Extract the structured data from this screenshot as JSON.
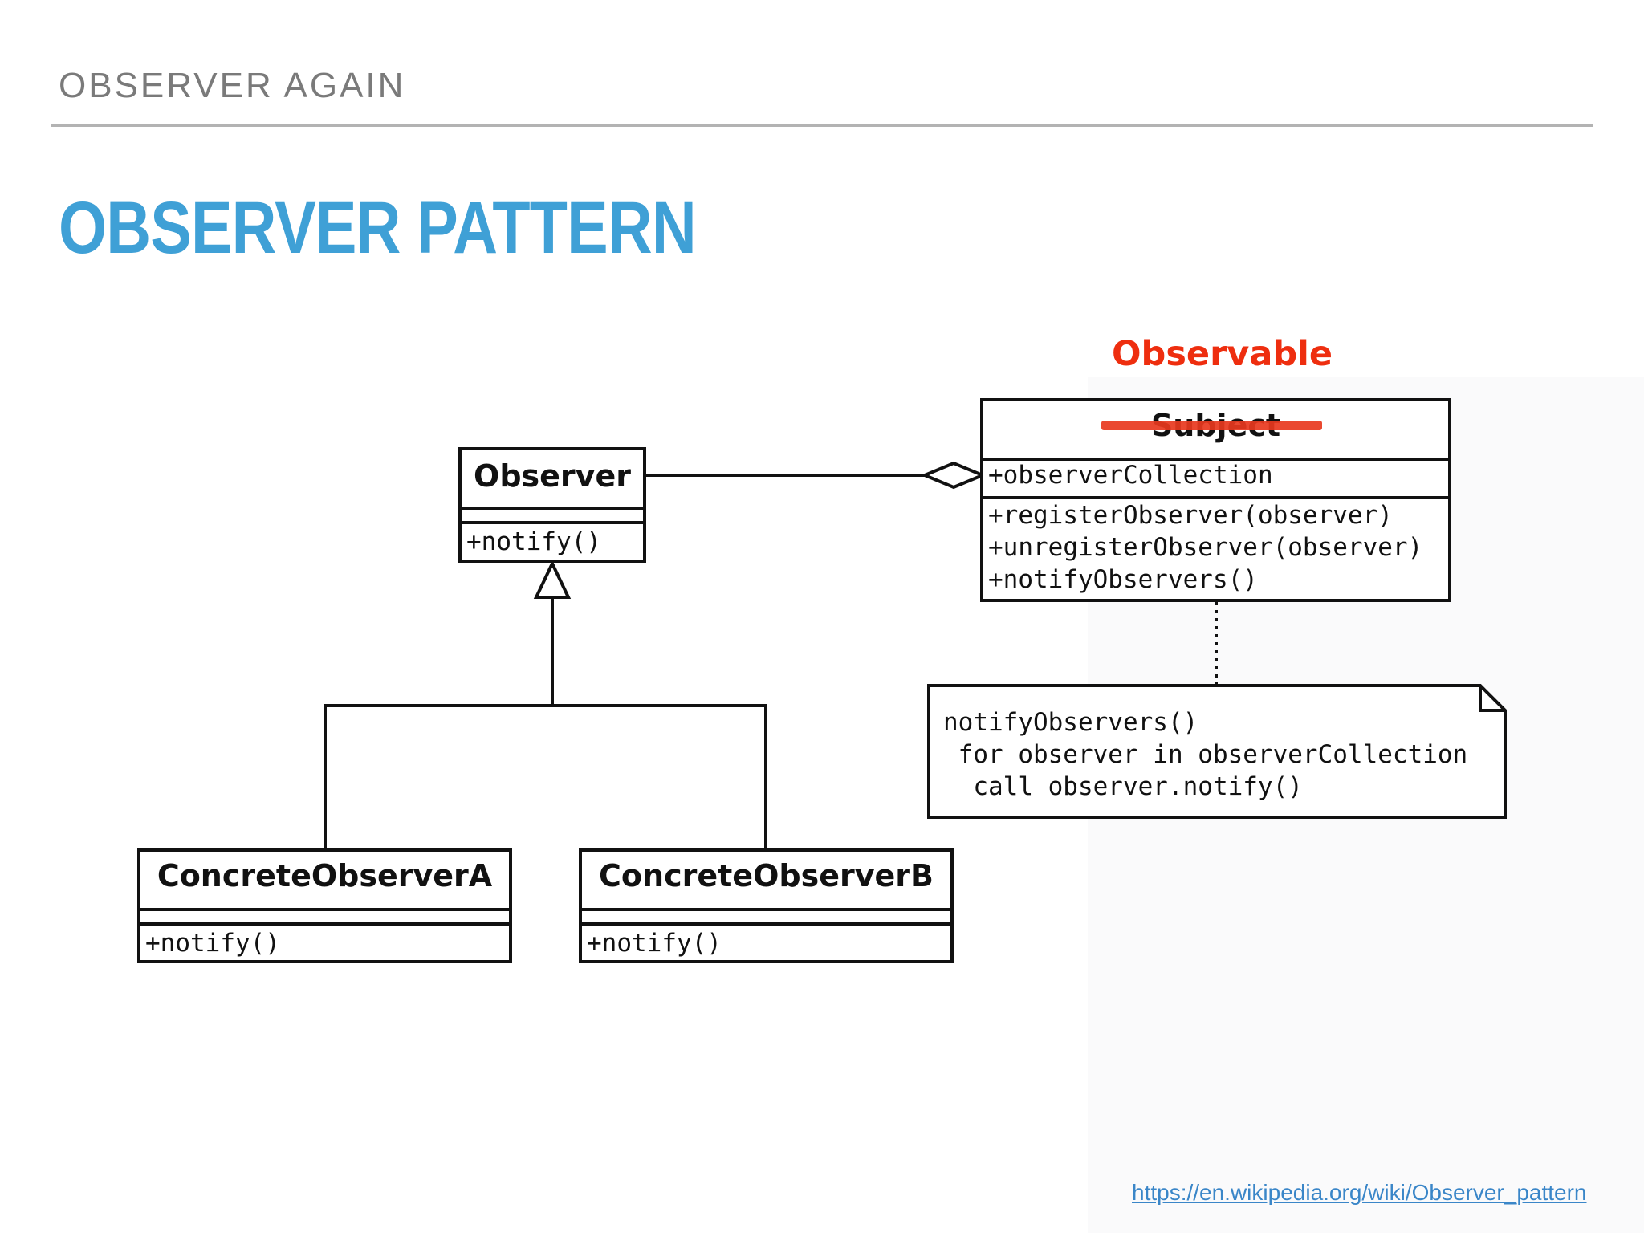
{
  "header": {
    "section_label": "OBSERVER AGAIN",
    "title": "OBSERVER PATTERN"
  },
  "diagram": {
    "annotation_label": "Observable",
    "classes": {
      "observer": {
        "name": "Observer",
        "attributes": [],
        "methods": [
          "+notify()"
        ]
      },
      "subject": {
        "name": "Subject",
        "struck_out": true,
        "attributes": [
          "+observerCollection"
        ],
        "methods": [
          "+registerObserver(observer)",
          "+unregisterObserver(observer)",
          "+notifyObservers()"
        ]
      },
      "concrete_a": {
        "name": "ConcreteObserverA",
        "attributes": [],
        "methods": [
          "+notify()"
        ]
      },
      "concrete_b": {
        "name": "ConcreteObserverB",
        "attributes": [],
        "methods": [
          "+notify()"
        ]
      }
    },
    "note": {
      "lines": [
        "notifyObservers()",
        " for observer in observerCollection",
        "  call observer.notify()"
      ]
    },
    "relations": [
      {
        "type": "aggregation",
        "from": "Subject",
        "to": "Observer"
      },
      {
        "type": "generalization",
        "from": "ConcreteObserverA",
        "to": "Observer"
      },
      {
        "type": "generalization",
        "from": "ConcreteObserverB",
        "to": "Observer"
      },
      {
        "type": "note-anchor",
        "from": "note",
        "to": "Subject"
      }
    ]
  },
  "footer": {
    "source_url": "https://en.wikipedia.org/wiki/Observer_pattern"
  },
  "colors": {
    "title": "#3fa0d6",
    "annotation": "#ee2e0f",
    "link": "#3a86c8",
    "section_label": "#7a7a7a"
  }
}
